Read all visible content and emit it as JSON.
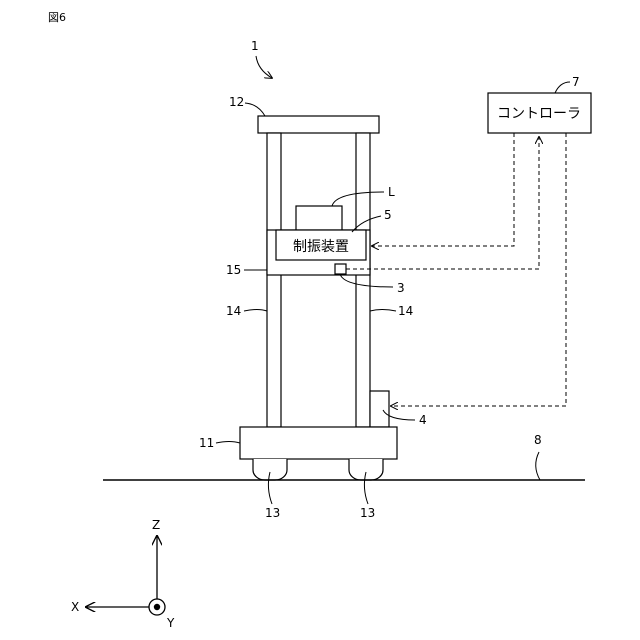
{
  "figure": {
    "title": "図6"
  },
  "controller": {
    "label": "コントローラ",
    "ref": "7"
  },
  "damper": {
    "label": "制振装置",
    "ref": "5"
  },
  "refs": {
    "system": "1",
    "top_plate": "12",
    "load": "L",
    "platform": "15",
    "sensor": "3",
    "column_left": "14",
    "column_right": "14",
    "actuator": "4",
    "base": "11",
    "floor": "8",
    "wheel_left": "13",
    "wheel_right": "13"
  },
  "axes": {
    "z": "Z",
    "x": "X",
    "y": "Y"
  }
}
